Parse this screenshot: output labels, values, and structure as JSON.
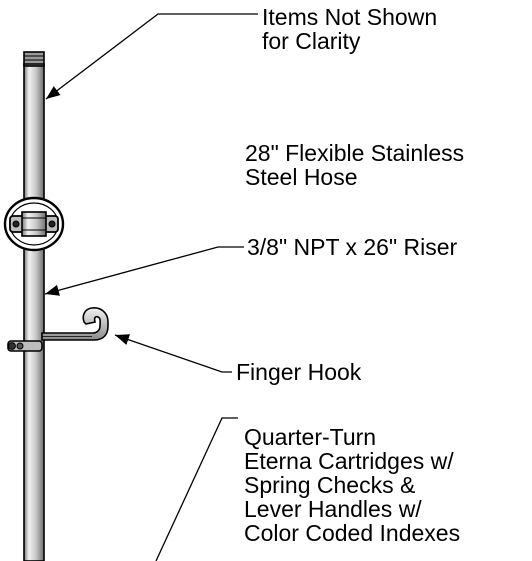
{
  "labels": {
    "items_not_shown": [
      "Items Not Shown",
      "for Clarity"
    ],
    "flexible_hose": [
      "28\" Flexible Stainless",
      "Steel Hose"
    ],
    "riser": [
      "3/8\" NPT x 26\" Riser"
    ],
    "finger_hook": [
      "Finger Hook"
    ],
    "cartridges": [
      "Quarter-Turn",
      "Eterna Cartridges w/",
      "Spring Checks &",
      "Lever Handles w/",
      "Color Coded Indexes"
    ]
  },
  "colors": {
    "ink": "#000000",
    "background": "#ffffff",
    "metal_light": "#f2f2f2",
    "metal_mid": "#c8c8c8",
    "metal_dark": "#7a7a7a"
  }
}
